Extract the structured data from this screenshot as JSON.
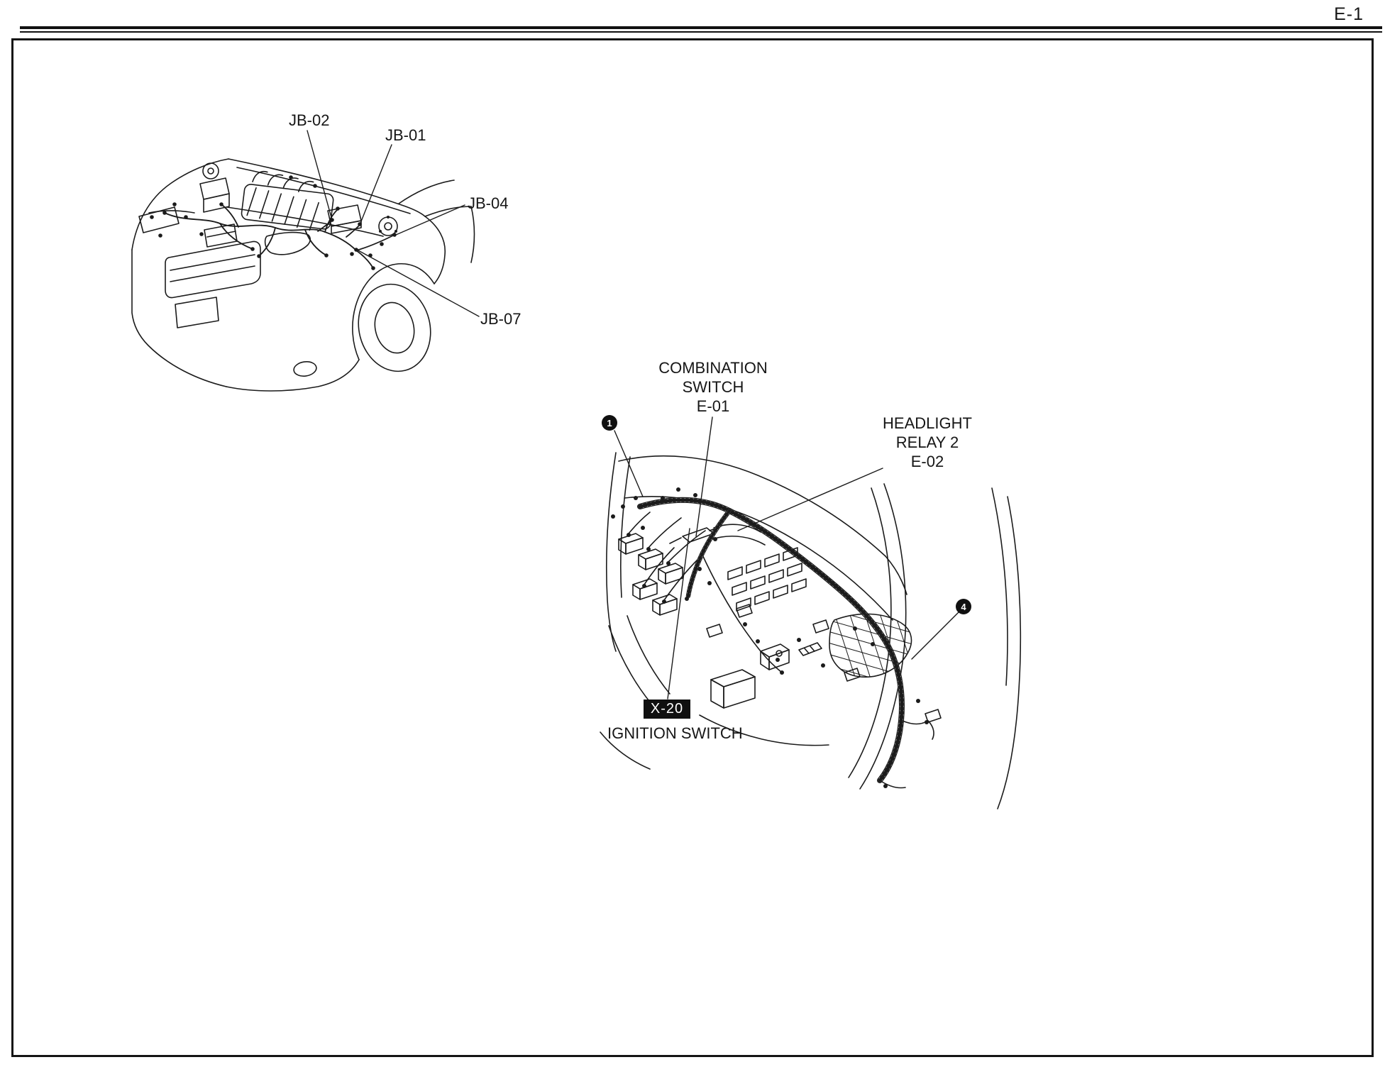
{
  "page": {
    "number": "E-1"
  },
  "engine_view": {
    "callouts": [
      {
        "text": "JB-02"
      },
      {
        "text": "JB-01"
      },
      {
        "text": "JB-04"
      },
      {
        "text": "JB-07"
      }
    ]
  },
  "dash_view": {
    "combination_switch": {
      "line1": "COMBINATION",
      "line2": "SWITCH",
      "code": "E-01"
    },
    "headlight_relay": {
      "line1": "HEADLIGHT",
      "line2": "RELAY 2",
      "code": "E-02"
    },
    "markers": [
      {
        "text": "1"
      },
      {
        "text": "4"
      }
    ],
    "ignition": {
      "connector": "X-20",
      "label": "IGNITION SWITCH"
    }
  },
  "colors": {
    "ink": "#1b1b1b",
    "paper": "#ffffff"
  }
}
